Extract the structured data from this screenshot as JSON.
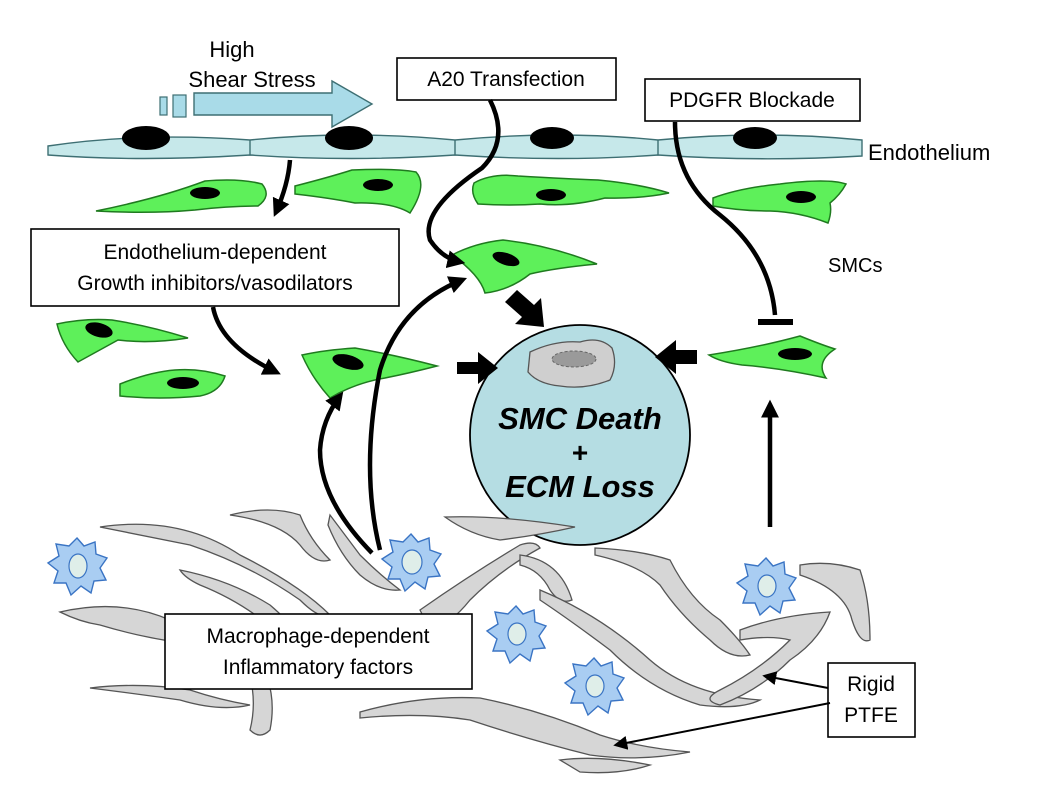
{
  "labels": {
    "shear_line1": "High",
    "shear_line2": "Shear Stress",
    "a20": "A20 Transfection",
    "pdgfr": "PDGFR Blockade",
    "endothelium": "Endothelium",
    "smcs": "SMCs",
    "endo_dep_line1": "Endothelium-dependent",
    "endo_dep_line2": "Growth inhibitors/vasodilators",
    "center_line1": "SMC Death",
    "center_line2": "+",
    "center_line3": "ECM Loss",
    "macro_line1": "Macrophage-dependent",
    "macro_line2": "Inflammatory factors",
    "rigid_line1": "Rigid",
    "rigid_line2": "PTFE"
  },
  "colors": {
    "smc_cell": "#5ef05a",
    "endothelium": "#c6e8ea",
    "center_circle": "#b5dde3",
    "macrophage": "#a9cdf2",
    "fiber": "#d6d6d6",
    "shear_arrow": "#a9dbe8"
  }
}
